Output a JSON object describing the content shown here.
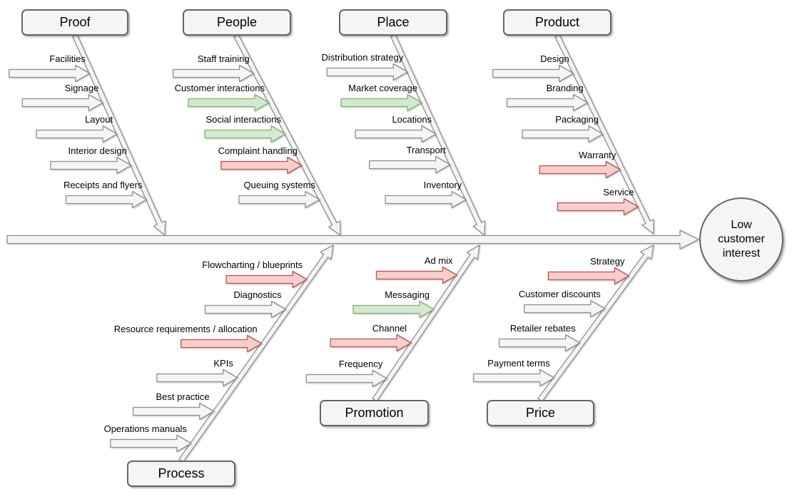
{
  "diagram": {
    "type": "fishbone",
    "effect_label": "Low customer interest",
    "colors": {
      "neutral_fill": "#f5f5f5",
      "neutral_stroke": "#8f8f8f",
      "positive_fill": "#d5e8d4",
      "positive_stroke": "#82b366",
      "negative_fill": "#f8cecc",
      "negative_stroke": "#b85450",
      "node_fill": "#f5f5f5",
      "node_stroke": "#666666"
    },
    "categories": [
      {
        "name": "Proof",
        "side": "top",
        "causes": [
          {
            "label": "Facilities",
            "highlight": "neutral"
          },
          {
            "label": "Signage",
            "highlight": "neutral"
          },
          {
            "label": "Layout",
            "highlight": "neutral"
          },
          {
            "label": "Interior design",
            "highlight": "neutral"
          },
          {
            "label": "Receipts and flyers",
            "highlight": "neutral"
          }
        ]
      },
      {
        "name": "People",
        "side": "top",
        "causes": [
          {
            "label": "Staff training",
            "highlight": "neutral"
          },
          {
            "label": "Customer interactions",
            "highlight": "positive"
          },
          {
            "label": "Social interactions",
            "highlight": "positive"
          },
          {
            "label": "Complaint handling",
            "highlight": "negative"
          },
          {
            "label": "Queuing systems",
            "highlight": "neutral"
          }
        ]
      },
      {
        "name": "Place",
        "side": "top",
        "causes": [
          {
            "label": "Distribution strategy",
            "highlight": "neutral"
          },
          {
            "label": "Market coverage",
            "highlight": "positive"
          },
          {
            "label": "Locations",
            "highlight": "neutral"
          },
          {
            "label": "Transport",
            "highlight": "neutral"
          },
          {
            "label": "Inventory",
            "highlight": "neutral"
          }
        ]
      },
      {
        "name": "Product",
        "side": "top",
        "causes": [
          {
            "label": "Design",
            "highlight": "neutral"
          },
          {
            "label": "Branding",
            "highlight": "neutral"
          },
          {
            "label": "Packaging",
            "highlight": "neutral"
          },
          {
            "label": "Warranty",
            "highlight": "negative"
          },
          {
            "label": "Service",
            "highlight": "negative"
          }
        ]
      },
      {
        "name": "Process",
        "side": "bottom",
        "causes": [
          {
            "label": "Flowcharting / blueprints",
            "highlight": "negative"
          },
          {
            "label": "Diagnostics",
            "highlight": "neutral"
          },
          {
            "label": "Resource requirements / allocation",
            "highlight": "negative"
          },
          {
            "label": "KPIs",
            "highlight": "neutral"
          },
          {
            "label": "Best practice",
            "highlight": "neutral"
          },
          {
            "label": "Operations manuals",
            "highlight": "neutral"
          }
        ]
      },
      {
        "name": "Promotion",
        "side": "bottom",
        "causes": [
          {
            "label": "Ad mix",
            "highlight": "negative"
          },
          {
            "label": "Messaging",
            "highlight": "positive"
          },
          {
            "label": "Channel",
            "highlight": "negative"
          },
          {
            "label": "Frequency",
            "highlight": "neutral"
          }
        ]
      },
      {
        "name": "Price",
        "side": "bottom",
        "causes": [
          {
            "label": "Strategy",
            "highlight": "negative"
          },
          {
            "label": "Customer discounts",
            "highlight": "neutral"
          },
          {
            "label": "Retailer rebates",
            "highlight": "neutral"
          },
          {
            "label": "Payment terms",
            "highlight": "neutral"
          }
        ]
      }
    ]
  }
}
